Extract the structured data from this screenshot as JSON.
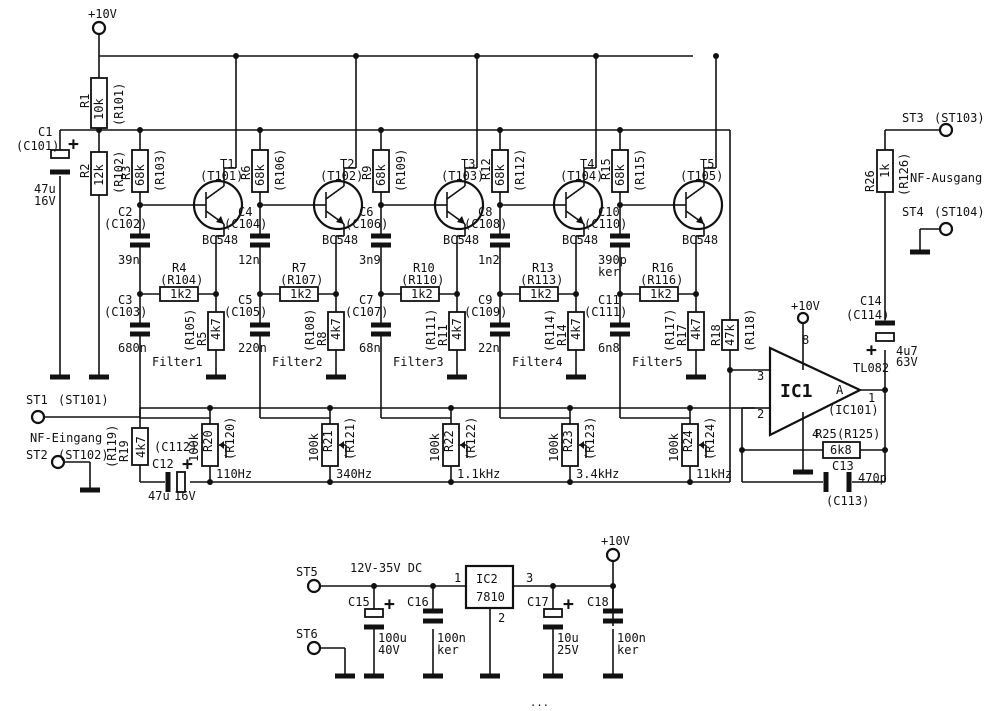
{
  "supply": {
    "top": "+10V",
    "opamp": "+10V",
    "reg_out": "+10V",
    "input_range": "12V-35V DC"
  },
  "resistors": [
    {
      "id": "R1",
      "alt": "(R101)",
      "value": "10k"
    },
    {
      "id": "R2",
      "alt": "(R102)",
      "value": "12k"
    },
    {
      "id": "R3",
      "alt": "(R103)",
      "value": "68k"
    },
    {
      "id": "R6",
      "alt": "(R106)",
      "value": "68k"
    },
    {
      "id": "R9",
      "alt": "(R109)",
      "value": "68k"
    },
    {
      "id": "R12",
      "alt": "(R112)",
      "value": "68k"
    },
    {
      "id": "R15",
      "alt": "(R115)",
      "value": "68k"
    },
    {
      "id": "R4",
      "alt": "(R104)",
      "value": "1k2"
    },
    {
      "id": "R7",
      "alt": "(R107)",
      "value": "1k2"
    },
    {
      "id": "R10",
      "alt": "(R110)",
      "value": "1k2"
    },
    {
      "id": "R13",
      "alt": "(R113)",
      "value": "1k2"
    },
    {
      "id": "R16",
      "alt": "(R116)",
      "value": "1k2"
    },
    {
      "id": "R5",
      "alt": "(R105)",
      "value": "4k7"
    },
    {
      "id": "R8",
      "alt": "(R108)",
      "value": "4k7"
    },
    {
      "id": "R11",
      "alt": "(R111)",
      "value": "4k7"
    },
    {
      "id": "R14",
      "alt": "(R114)",
      "value": "4k7"
    },
    {
      "id": "R17",
      "alt": "(R117)",
      "value": "4k7"
    },
    {
      "id": "R18",
      "alt": "(R118)",
      "value": "47k"
    },
    {
      "id": "R19",
      "alt": "(R119)",
      "value": "4k7"
    },
    {
      "id": "R25",
      "alt": "(R125)",
      "value": "6k8"
    },
    {
      "id": "R26",
      "alt": "(R126)",
      "value": "1k"
    }
  ],
  "pots": [
    {
      "id": "R20",
      "alt": "(R120)",
      "value": "100k",
      "freq": "110Hz"
    },
    {
      "id": "R21",
      "alt": "(R121)",
      "value": "100k",
      "freq": "340Hz"
    },
    {
      "id": "R22",
      "alt": "(R122)",
      "value": "100k",
      "freq": "1.1kHz"
    },
    {
      "id": "R23",
      "alt": "(R123)",
      "value": "100k",
      "freq": "3.4kHz"
    },
    {
      "id": "R24",
      "alt": "(R124)",
      "value": "100k",
      "freq": "11kHz"
    }
  ],
  "transistors": [
    {
      "id": "T1",
      "alt": "(T101)",
      "type": "BC548"
    },
    {
      "id": "T2",
      "alt": "(T102)",
      "type": "BC548"
    },
    {
      "id": "T3",
      "alt": "(T103)",
      "type": "BC548"
    },
    {
      "id": "T4",
      "alt": "(T104)",
      "type": "BC548"
    },
    {
      "id": "T5",
      "alt": "(T105)",
      "type": "BC548"
    }
  ],
  "filter_labels": [
    "Filter1",
    "Filter2",
    "Filter3",
    "Filter4",
    "Filter5"
  ],
  "caps_upper": [
    {
      "id": "C2",
      "alt": "(C102)",
      "value": "39n"
    },
    {
      "id": "C4",
      "alt": "(C104)",
      "value": "12n"
    },
    {
      "id": "C6",
      "alt": "(C106)",
      "value": "3n9"
    },
    {
      "id": "C8",
      "alt": "(C108)",
      "value": "1n2"
    },
    {
      "id": "C10",
      "alt": "(C110)",
      "value": "390p",
      "note": "ker"
    }
  ],
  "caps_lower": [
    {
      "id": "C3",
      "alt": "(C103)",
      "value": "680n"
    },
    {
      "id": "C5",
      "alt": "(C105)",
      "value": "220n"
    },
    {
      "id": "C7",
      "alt": "(C107)",
      "value": "68n"
    },
    {
      "id": "C9",
      "alt": "(C109)",
      "value": "22n"
    },
    {
      "id": "C11",
      "alt": "(C111)",
      "value": "6n8"
    }
  ],
  "c1": {
    "id": "C1",
    "alt": "(C101)",
    "value": "47u",
    "voltage": "16V",
    "polarity": "+"
  },
  "c12": {
    "id": "C12",
    "alt": "(C112)",
    "value": "47u",
    "voltage": "16V",
    "polarity": "+"
  },
  "c13": {
    "id": "C13",
    "alt": "(C113)",
    "value": "470p"
  },
  "c14": {
    "id": "C14",
    "alt": "(C114)",
    "value": "4u7",
    "voltage": "63V",
    "polarity": "+"
  },
  "opamp": {
    "name": "IC1",
    "alt": "(IC101)",
    "type": "TL082",
    "channel": "A",
    "pins": {
      "in_plus": "3",
      "in_minus": "2",
      "out": "1",
      "vplus": "8",
      "gnd": "4"
    }
  },
  "connectors": {
    "st1": {
      "id": "ST1",
      "alt": "(ST101)"
    },
    "st2": {
      "id": "ST2",
      "alt": "(ST102)"
    },
    "st3": {
      "id": "ST3",
      "alt": "(ST103)"
    },
    "st4": {
      "id": "ST4",
      "alt": "(ST104)"
    },
    "st5": {
      "id": "ST5"
    },
    "st6": {
      "id": "ST6"
    }
  },
  "io_labels": {
    "input": "NF-Eingang",
    "output": "NF-Ausgang"
  },
  "regulator": {
    "name": "IC2",
    "type": "7810",
    "pin_in": "1",
    "pin_out": "3",
    "pin_gnd": "2"
  },
  "psu_caps": [
    {
      "id": "C15",
      "value": "100u",
      "voltage": "40V",
      "polarity": "+"
    },
    {
      "id": "C16",
      "value": "100n",
      "note": "ker"
    },
    {
      "id": "C17",
      "value": "10u",
      "voltage": "25V",
      "polarity": "+"
    },
    {
      "id": "C18",
      "value": "100n",
      "note": "ker"
    }
  ]
}
